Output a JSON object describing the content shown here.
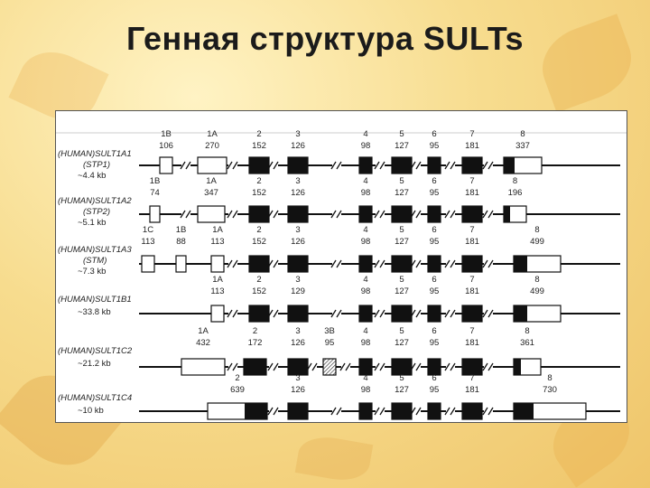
{
  "slide": {
    "title": "Генная структура SULTs"
  },
  "genes": [
    {
      "name": "(HUMAN)SULT1A1",
      "alias": "(STP1)",
      "size": "~4.4 kb",
      "exons": [
        {
          "label": "1B",
          "size": "106",
          "fill": "white"
        },
        {
          "label": "1A",
          "size": "270",
          "fill": "white"
        },
        {
          "label": "2",
          "size": "152",
          "fill": "black"
        },
        {
          "label": "3",
          "size": "126",
          "fill": "black"
        },
        {
          "label": "4",
          "size": "98",
          "fill": "black"
        },
        {
          "label": "5",
          "size": "127",
          "fill": "black"
        },
        {
          "label": "6",
          "size": "95",
          "fill": "black"
        },
        {
          "label": "7",
          "size": "181",
          "fill": "black"
        },
        {
          "label": "8",
          "size": "337",
          "fill": "mixed"
        }
      ]
    },
    {
      "name": "(HUMAN)SULT1A2",
      "alias": "(STP2)",
      "size": "~5.1 kb",
      "exons": [
        {
          "label": "1B",
          "size": "74",
          "fill": "white"
        },
        {
          "label": "1A",
          "size": "347",
          "fill": "white"
        },
        {
          "label": "2",
          "size": "152",
          "fill": "black"
        },
        {
          "label": "3",
          "size": "126",
          "fill": "black"
        },
        {
          "label": "4",
          "size": "98",
          "fill": "black"
        },
        {
          "label": "5",
          "size": "127",
          "fill": "black"
        },
        {
          "label": "6",
          "size": "95",
          "fill": "black"
        },
        {
          "label": "7",
          "size": "181",
          "fill": "black"
        },
        {
          "label": "8",
          "size": "196",
          "fill": "mixed"
        }
      ]
    },
    {
      "name": "(HUMAN)SULT1A3",
      "alias": "(STM)",
      "size": "~7.3 kb",
      "exons": [
        {
          "label": "1C",
          "size": "113",
          "fill": "white"
        },
        {
          "label": "1B",
          "size": "88",
          "fill": "white"
        },
        {
          "label": "1A",
          "size": "113",
          "fill": "white"
        },
        {
          "label": "2",
          "size": "152",
          "fill": "black"
        },
        {
          "label": "3",
          "size": "126",
          "fill": "black"
        },
        {
          "label": "4",
          "size": "98",
          "fill": "black"
        },
        {
          "label": "5",
          "size": "127",
          "fill": "black"
        },
        {
          "label": "6",
          "size": "95",
          "fill": "black"
        },
        {
          "label": "7",
          "size": "181",
          "fill": "black"
        },
        {
          "label": "8",
          "size": "499",
          "fill": "mixed"
        }
      ]
    },
    {
      "name": "(HUMAN)SULT1B1",
      "alias": "",
      "size": "~33.8 kb",
      "exons": [
        {
          "label": "1A",
          "size": "113",
          "fill": "white"
        },
        {
          "label": "2",
          "size": "152",
          "fill": "black"
        },
        {
          "label": "3",
          "size": "129",
          "fill": "black"
        },
        {
          "label": "4",
          "size": "98",
          "fill": "black"
        },
        {
          "label": "5",
          "size": "127",
          "fill": "black"
        },
        {
          "label": "6",
          "size": "95",
          "fill": "black"
        },
        {
          "label": "7",
          "size": "181",
          "fill": "black"
        },
        {
          "label": "8",
          "size": "499",
          "fill": "mixed"
        }
      ]
    },
    {
      "name": "(HUMAN)SULT1C2",
      "alias": "",
      "size": "~21.2 kb",
      "exons": [
        {
          "label": "1A",
          "size": "432",
          "fill": "white"
        },
        {
          "label": "2",
          "size": "172",
          "fill": "black"
        },
        {
          "label": "3",
          "size": "126",
          "fill": "black"
        },
        {
          "label": "3B",
          "size": "95",
          "fill": "hatched"
        },
        {
          "label": "4",
          "size": "98",
          "fill": "black"
        },
        {
          "label": "5",
          "size": "127",
          "fill": "black"
        },
        {
          "label": "6",
          "size": "95",
          "fill": "black"
        },
        {
          "label": "7",
          "size": "181",
          "fill": "black"
        },
        {
          "label": "8",
          "size": "361",
          "fill": "mixed"
        }
      ]
    },
    {
      "name": "(HUMAN)SULT1C4",
      "alias": "",
      "size": "~10 kb",
      "exons": [
        {
          "label": "2",
          "size": "639",
          "fill": "mixed-left"
        },
        {
          "label": "3",
          "size": "126",
          "fill": "black"
        },
        {
          "label": "4",
          "size": "98",
          "fill": "black"
        },
        {
          "label": "5",
          "size": "127",
          "fill": "black"
        },
        {
          "label": "6",
          "size": "95",
          "fill": "black"
        },
        {
          "label": "7",
          "size": "181",
          "fill": "black"
        },
        {
          "label": "8",
          "size": "730",
          "fill": "mixed"
        }
      ]
    }
  ]
}
